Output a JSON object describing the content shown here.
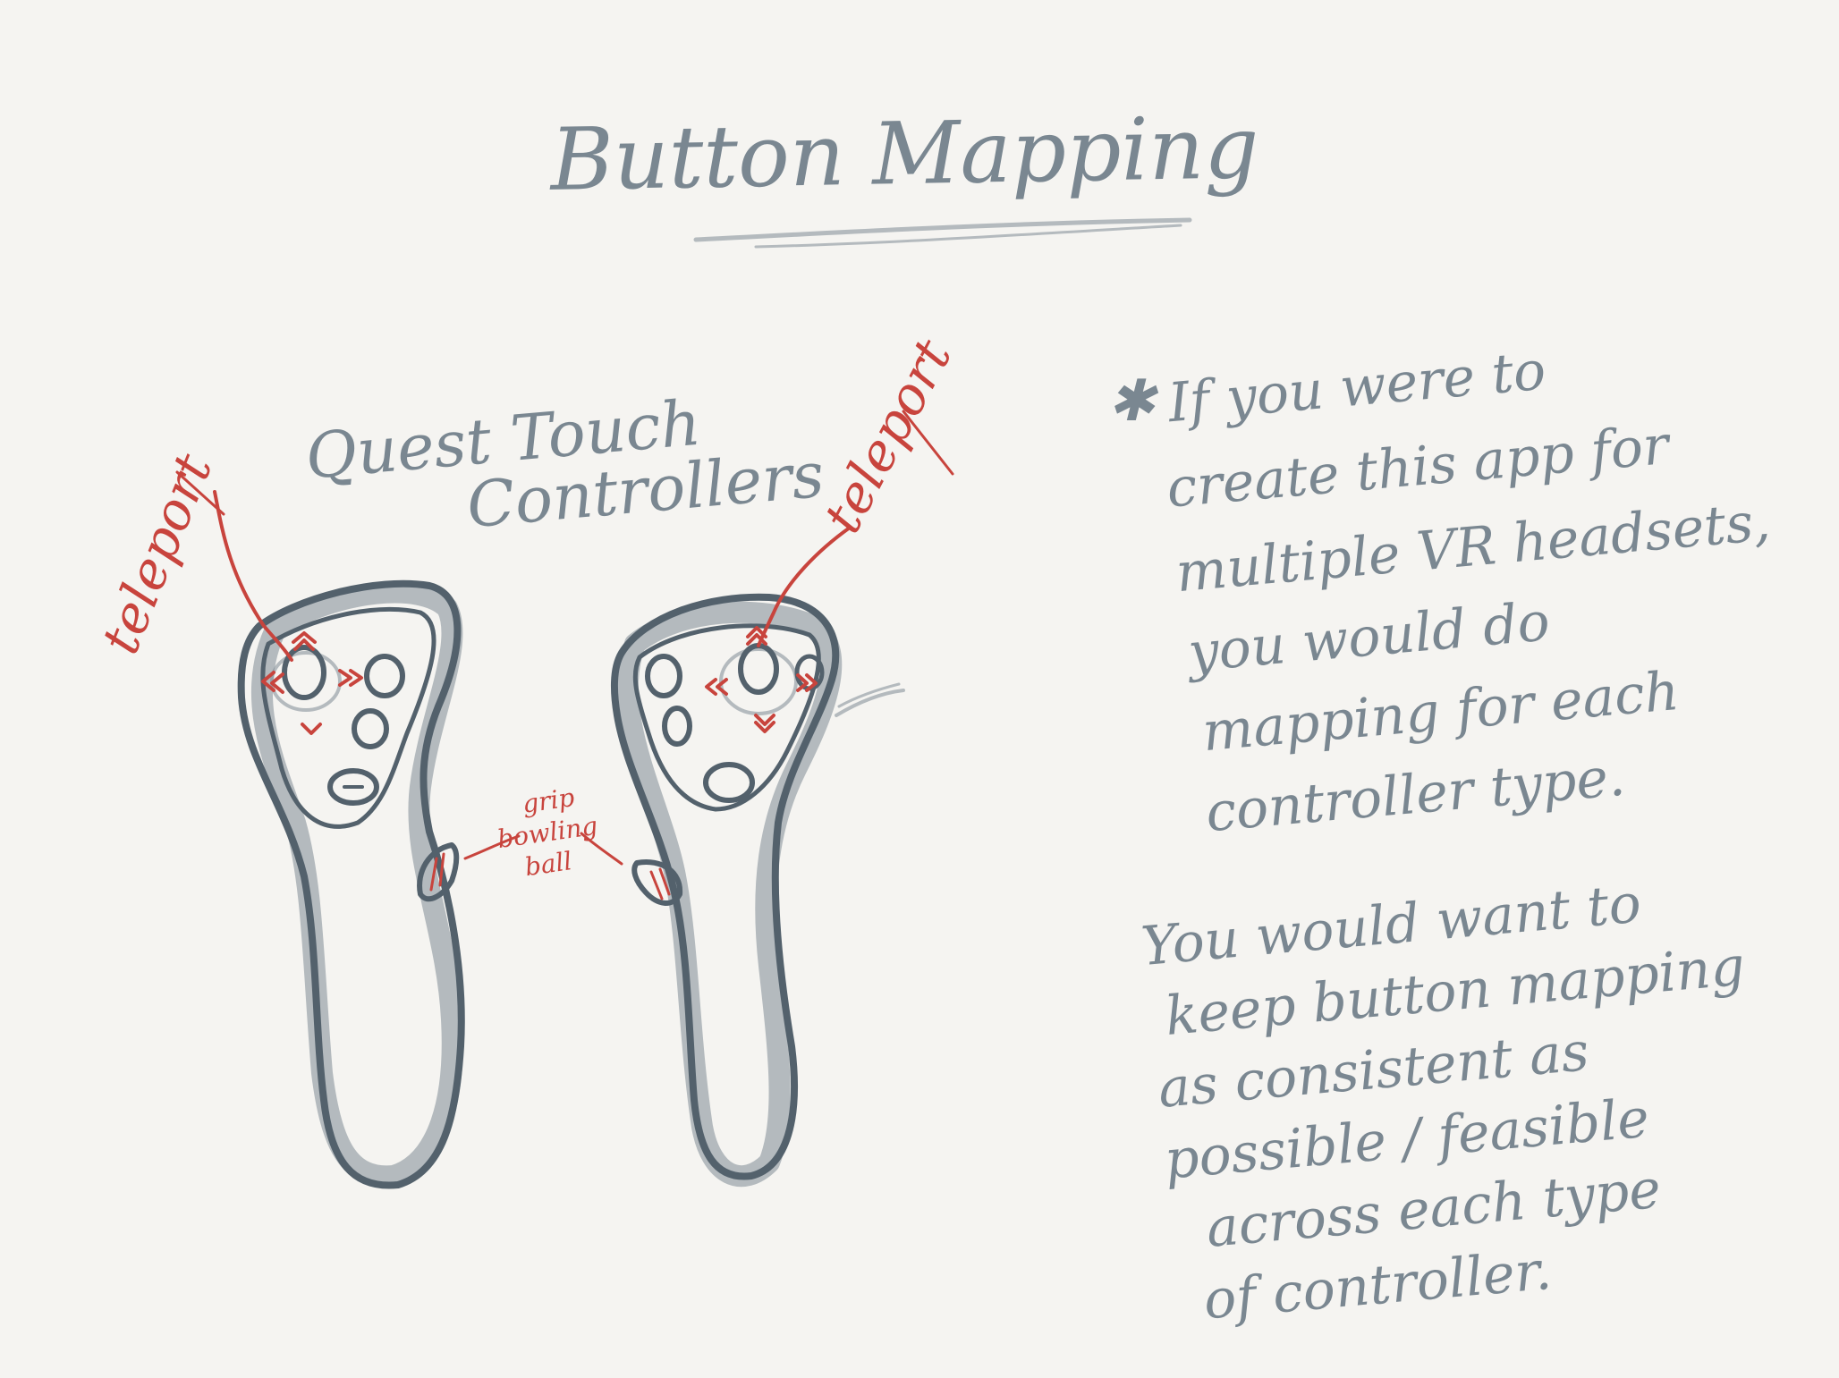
{
  "title": "Button Mapping",
  "controllers_label": [
    "Quest Touch",
    "Controllers"
  ],
  "left_teleport": "teleport",
  "right_teleport": "teleport",
  "grip_label": [
    "grip",
    "bowling",
    "ball"
  ],
  "note_star": "✱",
  "note_1": [
    "If you were to",
    "create this app for",
    "multiple VR headsets,",
    "you would do",
    "mapping for each",
    "controller type."
  ],
  "note_2": [
    "You would want to",
    "keep button mapping",
    "as consistent as",
    "possible / feasible",
    "across each type",
    "of controller."
  ],
  "colors": {
    "pencil": "#53616c",
    "annotation_red": "#c8443d",
    "paper": "#f5f4f1"
  }
}
